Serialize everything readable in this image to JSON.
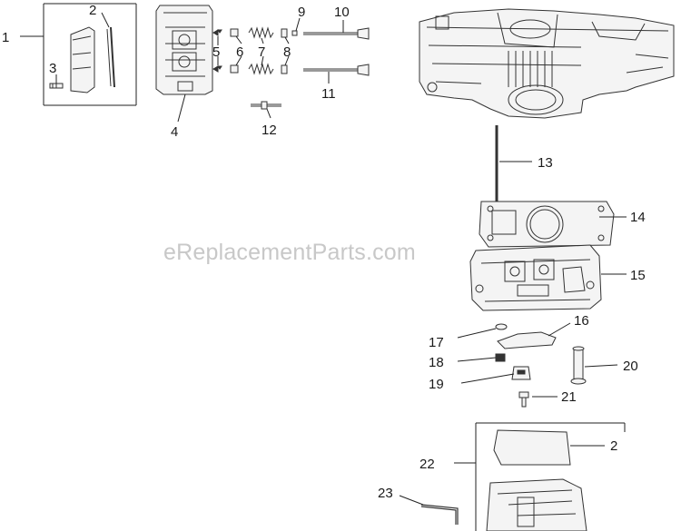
{
  "watermark": "eReplacementParts.com",
  "callouts": {
    "c1": "1",
    "c2a": "2",
    "c3": "3",
    "c4": "4",
    "c5": "5",
    "c6": "6",
    "c7": "7",
    "c8": "8",
    "c9": "9",
    "c10": "10",
    "c11": "11",
    "c12": "12",
    "c13": "13",
    "c14": "14",
    "c15": "15",
    "c16": "16",
    "c17": "17",
    "c18": "18",
    "c19": "19",
    "c20": "20",
    "c21": "21",
    "c22": "22",
    "c2b": "2",
    "c23": "23"
  }
}
